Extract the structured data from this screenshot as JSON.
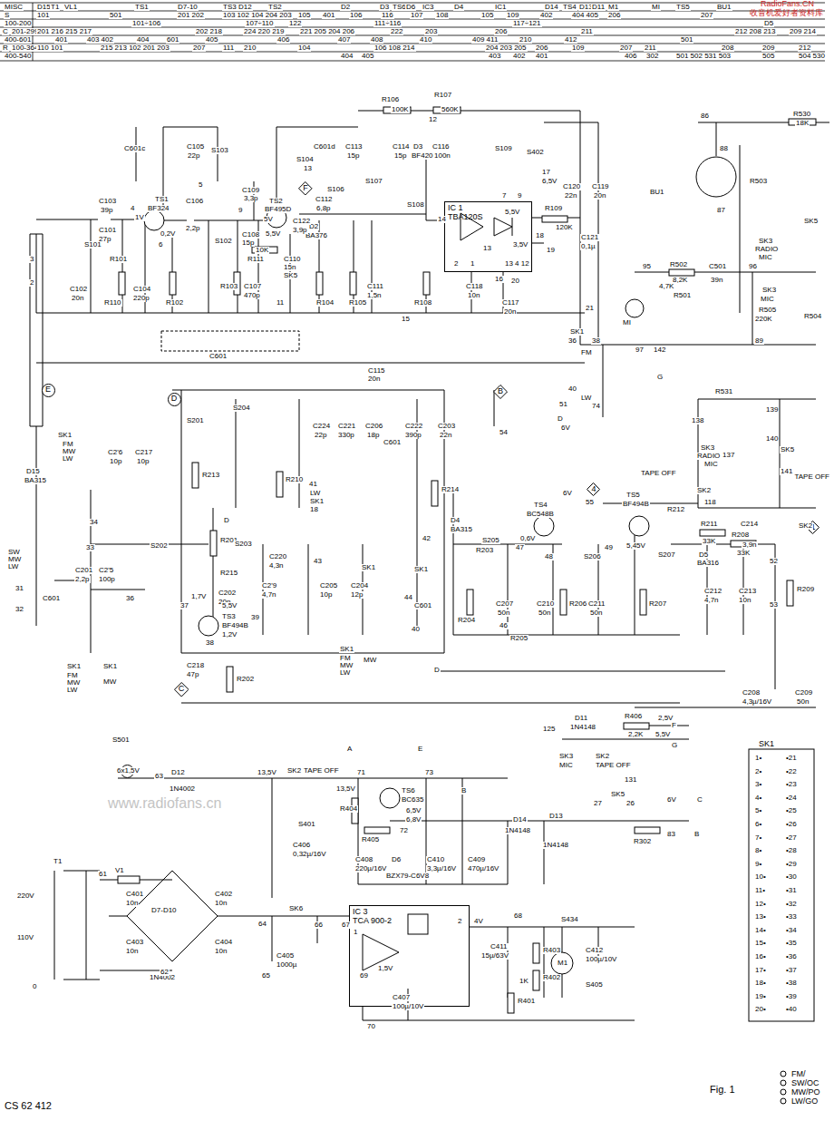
{
  "diagram": {
    "nodes": [
      {
        "text": [
          "F"
        ]
      },
      {
        "text": [
          "IC 1",
          "TBA120S"
        ]
      },
      {
        "text": [
          "E"
        ]
      },
      {
        "text": [
          "B"
        ]
      },
      {
        "text": [
          "D"
        ]
      },
      {
        "text": [
          "4"
        ]
      },
      {
        "text": [
          "1"
        ]
      },
      {
        "text": [
          "C"
        ]
      },
      {
        "text": [
          "D"
        ]
      },
      {
        "text": [
          "IC 3",
          "TCA 900-2"
        ]
      }
    ],
    "labels": [
      "RadioFans.CN",
      "收音机爱好者资料库",
      "www.radiofans.cn",
      "MISC",
      "D15",
      "T1",
      "VL1",
      "TS1",
      "D7-10",
      "TS3",
      "D12",
      "TS2",
      "D2",
      "D3",
      "TS6",
      "D6",
      "IC3",
      "D4",
      "IC1",
      "D14",
      "TS4",
      "D13",
      "D11",
      "M1",
      "MI",
      "TS5",
      "BU1",
      "D5",
      "S",
      "101",
      "501",
      "201 202",
      "103 102 104 204 203",
      "105",
      "401",
      "106",
      "116",
      "107",
      "108",
      "105",
      "109",
      "402",
      "404 405",
      "206",
      "207",
      "100-200",
      "101÷106",
      "107÷110",
      "122",
      "111÷116",
      "117÷121",
      "C",
      "201-299",
      "201 216 215 217",
      "202 218",
      "224 220 219",
      "221 205 204 206",
      "222",
      "203",
      "206",
      "211",
      "212 208 213",
      "209 214",
      "400-601",
      "401",
      "403 402",
      "404",
      "601",
      "405",
      "406",
      "407",
      "408",
      "410",
      "409 411",
      "210",
      "412",
      "501",
      "R",
      "100-364",
      "110 101",
      "215 213 102 201 203",
      "207",
      "111",
      "210",
      "104",
      "106 108 214",
      "204 203 205",
      "206",
      "109",
      "207",
      "211",
      "208",
      "209",
      "212",
      "400-540",
      "404",
      "405",
      "403",
      "402",
      "401",
      "406",
      "302",
      "501 502 531 503",
      "505",
      "504 530",
      "R106",
      "100K",
      "R107",
      "560K",
      "12",
      "C601c",
      "C105",
      "22p",
      "S103",
      "5",
      "S104",
      "C601d",
      "13",
      "C113",
      "15p",
      "C114",
      "15p",
      "D3",
      "BF420",
      "C116",
      "100n",
      "C109",
      "3,3p",
      "C112",
      "6,8p",
      "S106",
      "S107",
      "S108",
      "D2",
      "BA376",
      "TS2",
      "BF495D",
      "C122",
      "3,9p",
      "9",
      "5V",
      "5,5V",
      "C103",
      "39p",
      "TS1",
      "BF324",
      "4",
      "1V",
      "C106",
      "2,2p",
      "C101",
      "27p",
      "R101",
      "0,2V",
      "6",
      "S101",
      "S102",
      "C108",
      "15p",
      "10K",
      "R111",
      "C110",
      "15n",
      "SK5",
      "11",
      "C102",
      "20n",
      "R110",
      "C104",
      "220p",
      "R102",
      "R103",
      "C107",
      "470p",
      "R104",
      "R105",
      "C111",
      "1,5n",
      "R108",
      "3",
      "2",
      "15",
      "C115",
      "20n",
      "C601",
      "S109",
      "S402",
      "17",
      "6,5V",
      "C120",
      "22n",
      "C119",
      "20n",
      "14",
      "5,5V",
      "R109",
      "120K",
      "18",
      "3,5V",
      "19",
      "C121",
      "0,1µ",
      "13",
      "16",
      "C118",
      "10n",
      "20",
      "C117",
      "20n",
      "21",
      "7",
      "9",
      "2",
      "1",
      "13 4 12",
      "86",
      "R530",
      "18K",
      "BU1",
      "R503",
      "88",
      "87",
      "95",
      "R502",
      "8,2K",
      "C501",
      "39n",
      "96",
      "4,7K",
      "R501",
      "MI",
      "97",
      "142",
      "G",
      "SK3",
      "RADIO",
      "MIC",
      "SK5",
      "SK3",
      "MIC",
      "R505",
      "220K",
      "R504",
      "89",
      "SK1",
      "36",
      "38",
      "FM",
      "40",
      "LW",
      "51",
      "74",
      "D",
      "6V",
      "R531",
      "138",
      "139",
      "SK3",
      "RADIO",
      "MIC",
      "137",
      "140",
      "SK5",
      "141",
      "TAPE OFF",
      "SK2",
      "118",
      "R211",
      "33K",
      "C214",
      "3,9n",
      "TAPE OFF",
      "SK2",
      "SK1",
      "FM",
      "MW",
      "LW",
      "D15",
      "BA315",
      "C2'6",
      "10p",
      "C217",
      "10p",
      "S201",
      "S204",
      "C224",
      "22p",
      "C221",
      "330p",
      "C206",
      "18p",
      "C601",
      "C222",
      "390p",
      "C203",
      "22n",
      "R213",
      "R210",
      "41",
      "LW",
      "SK1",
      "18",
      "R214",
      "54",
      "SW",
      "MW",
      "LW",
      "31",
      "32",
      "C601",
      "C201",
      "2,2p",
      "C2'5",
      "100p",
      "33",
      "36",
      "34",
      "S202",
      "D",
      "R201",
      "S203",
      "R215",
      "C202",
      "20n",
      "C220",
      "4,3n",
      "43",
      "C2'9",
      "4,7n",
      "C205",
      "10p",
      "C204",
      "12p",
      "SK1",
      "42",
      "SK1",
      "44",
      "C601",
      "39",
      "40",
      "37",
      "1,7V",
      "5,5V",
      "TS3",
      "BF494B",
      "1,2V",
      "38",
      "C218",
      "47p",
      "R202",
      "SK1",
      "FM",
      "MW",
      "LW",
      "SK1",
      "MW",
      "S501",
      "SK1",
      "FM",
      "MW",
      "LW",
      "MW",
      "D4",
      "BA315",
      "R203",
      "S205",
      "TS4",
      "BC548B",
      "0,6V",
      "47",
      "48",
      "C207",
      "50n",
      "C210",
      "50n",
      "R206",
      "R204",
      "55",
      "6V",
      "TS5",
      "BF494B",
      "49",
      "5,45V",
      "S206",
      "S207",
      "C211",
      "50n",
      "R207",
      "R212",
      "D5",
      "BA316",
      "R208",
      "33K",
      "52",
      "53",
      "C212",
      "4,7n",
      "C213",
      "10n",
      "R209",
      "46",
      "R205",
      "C208",
      "4,3µ/16V",
      "C209",
      "50n",
      "D",
      "A",
      "E",
      "D11",
      "1N4148",
      "R406",
      "2,2K",
      "2,5V",
      "F",
      "5,5V",
      "G",
      "125",
      "SK3",
      "MIC",
      "SK2",
      "TAPE OFF",
      "131",
      "6x1,5V",
      "63",
      "D12",
      "1N4002",
      "13,5V",
      "SK2",
      "TAPE OFF",
      "71",
      "13,5V",
      "TS6",
      "BC635",
      "6,5V",
      "73",
      "B",
      "R404",
      "6,8V",
      "72",
      "R405",
      "S401",
      "C406",
      "0,32µ/16V",
      "C408",
      "220µ/16V",
      "D6",
      "BZX79-C6V8",
      "C410",
      "3,3µ/16V",
      "C409",
      "470µ/16V",
      "D14",
      "1N4148",
      "D13",
      "1N4148",
      "SK5",
      "27",
      "26",
      "6V",
      "C",
      "R302",
      "83",
      "B",
      "T1",
      "61",
      "V1",
      "220V",
      "110V",
      "0",
      "C401",
      "10n",
      "C402",
      "10n",
      "D7-D10",
      "1N4002",
      "C403",
      "10n",
      "C404",
      "10n",
      "62",
      "64",
      "SK6",
      "66",
      "67",
      "C405",
      "1000µ",
      "65",
      "1",
      "2",
      "4V",
      "68",
      "69",
      "1,5V",
      "C407",
      "100µ/10V",
      "70",
      "C411",
      "15µ/63V",
      "R403",
      "R402",
      "1K",
      "R401",
      "M1",
      "C412",
      "100µ/10V",
      "S405",
      "S434",
      "SK1",
      "FM/",
      "SW/OC",
      "MW/PO",
      "LW/GO",
      "Fig. 1",
      "CS 62 412",
      "1•",
      "2•",
      "3•",
      "4•",
      "5•",
      "6•",
      "7•",
      "8•",
      "9•",
      "10•",
      "11•",
      "12•",
      "13•",
      "14•",
      "15•",
      "16•",
      "17•",
      "18•",
      "19•",
      "20•",
      "•21",
      "•22",
      "•23",
      "•24",
      "•25",
      "•26",
      "•27",
      "•28",
      "•29",
      "•30",
      "•31",
      "•32",
      "•33",
      "•34",
      "•35",
      "•36",
      "•37",
      "•38",
      "•39",
      "•40"
    ]
  }
}
